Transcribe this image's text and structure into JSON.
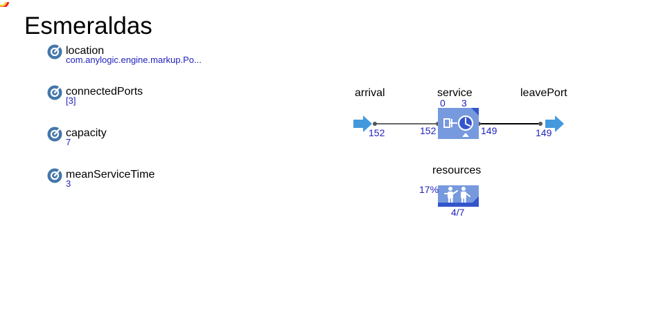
{
  "agent": {
    "title": "Esmeraldas"
  },
  "parameters": [
    {
      "name": "location",
      "value": "com.anylogic.engine.markup.Po..."
    },
    {
      "name": "connectedPorts",
      "value": "[3]"
    },
    {
      "name": "capacity",
      "value": "7"
    },
    {
      "name": "meanServiceTime",
      "value": "3"
    }
  ],
  "flowchart": {
    "arrival": {
      "label": "arrival",
      "out_count": "152"
    },
    "service": {
      "label": "service",
      "queue_size": "0",
      "capacity": "3",
      "in_count": "152",
      "out_count": "149"
    },
    "leavePort": {
      "label": "leavePort",
      "in_count": "149"
    },
    "resources": {
      "label": "resources",
      "utilization": "17%",
      "usage": "4/7"
    }
  },
  "colors": {
    "value_text": "#2222bb",
    "block_fill": "#7799dd",
    "block_dark": "#3355cc",
    "arrow": "#4499dd",
    "param_icon": "#4477aa"
  },
  "icons": {
    "param": "parameter-icon",
    "arrival": "arrow-right-icon",
    "service": "service-clock-icon",
    "leave": "arrow-right-icon",
    "resources": "resource-pool-icon"
  }
}
